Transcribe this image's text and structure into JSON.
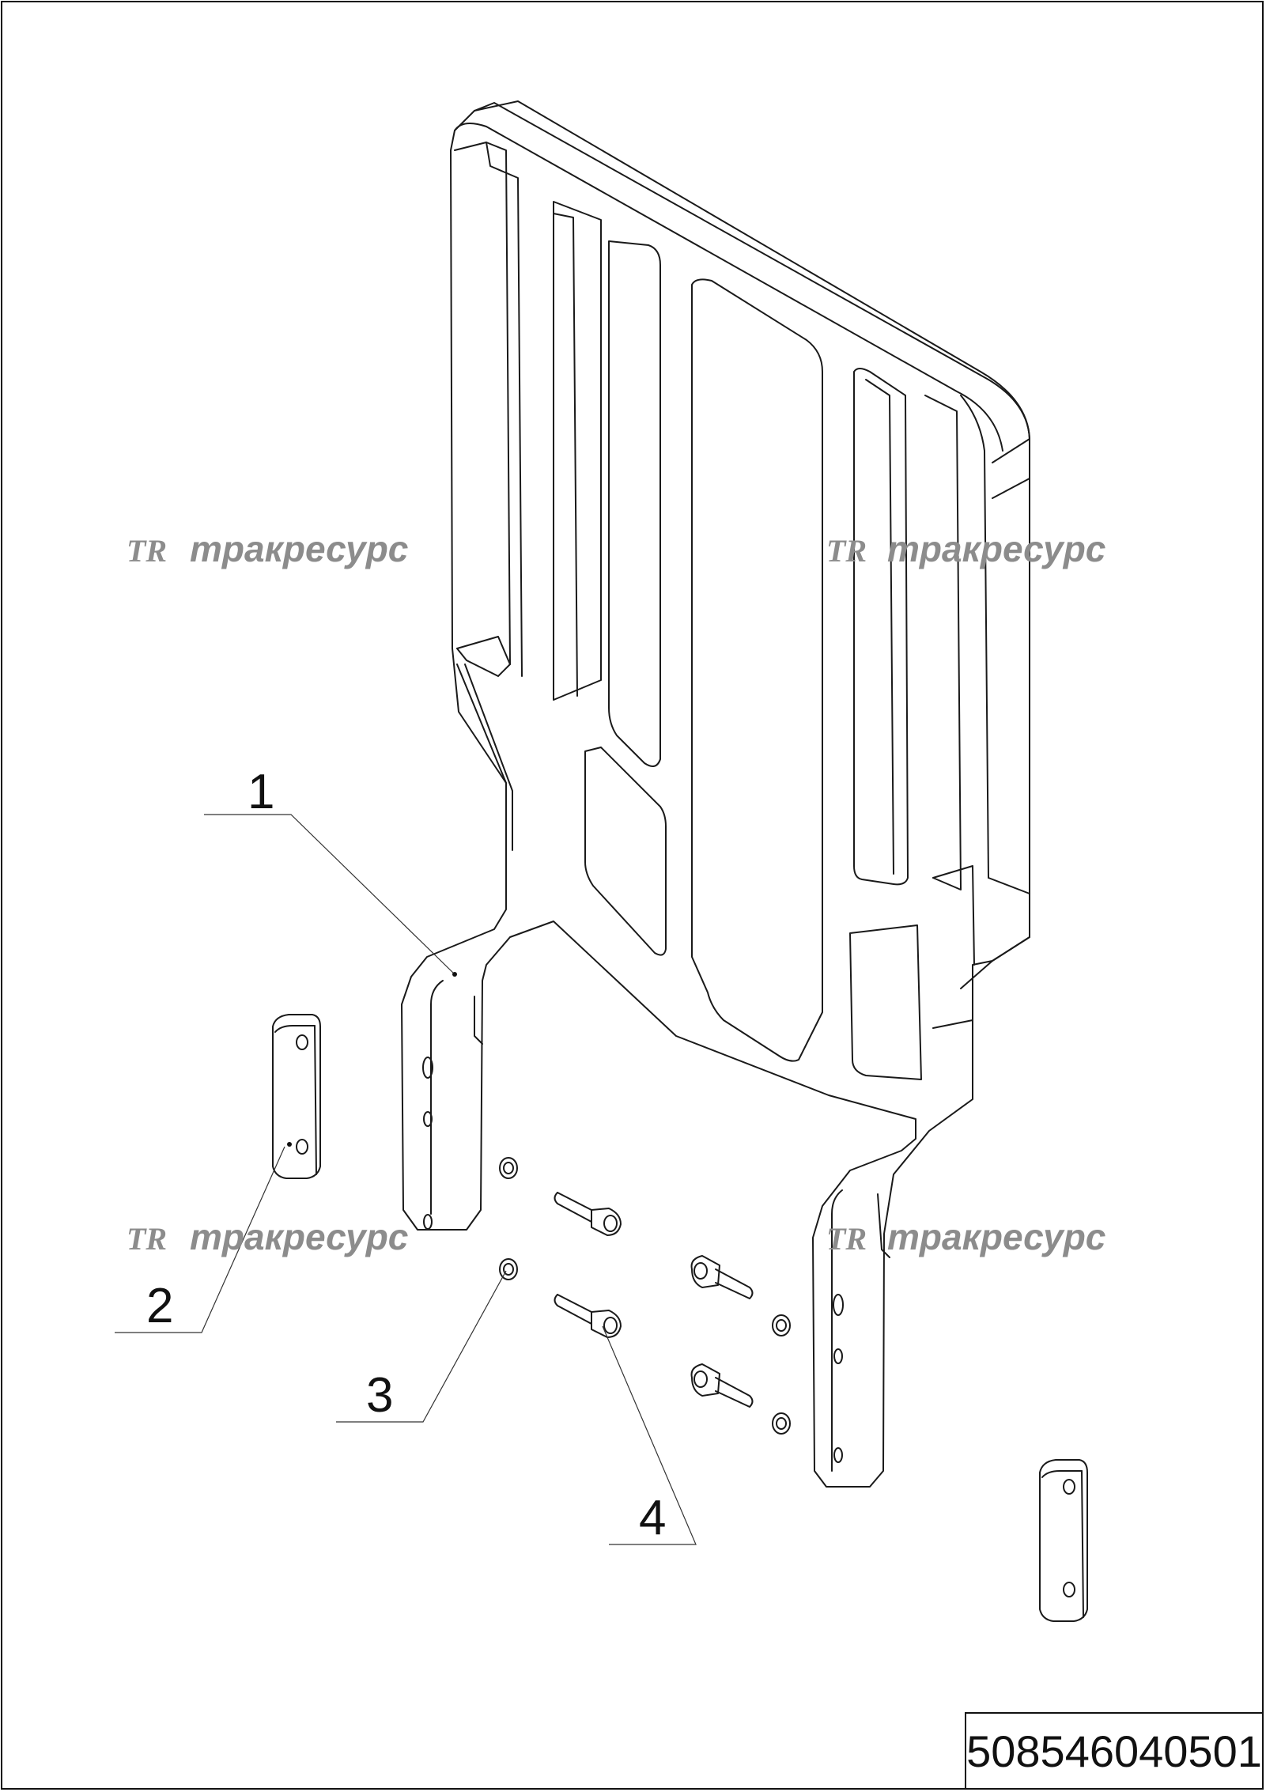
{
  "drawing": {
    "part_number": "508546040501",
    "callouts": [
      {
        "id": "1",
        "label": "1"
      },
      {
        "id": "2",
        "label": "2"
      },
      {
        "id": "3",
        "label": "3"
      },
      {
        "id": "4",
        "label": "4"
      }
    ],
    "watermark": {
      "logo": "TR",
      "text": "тракресурс"
    }
  }
}
